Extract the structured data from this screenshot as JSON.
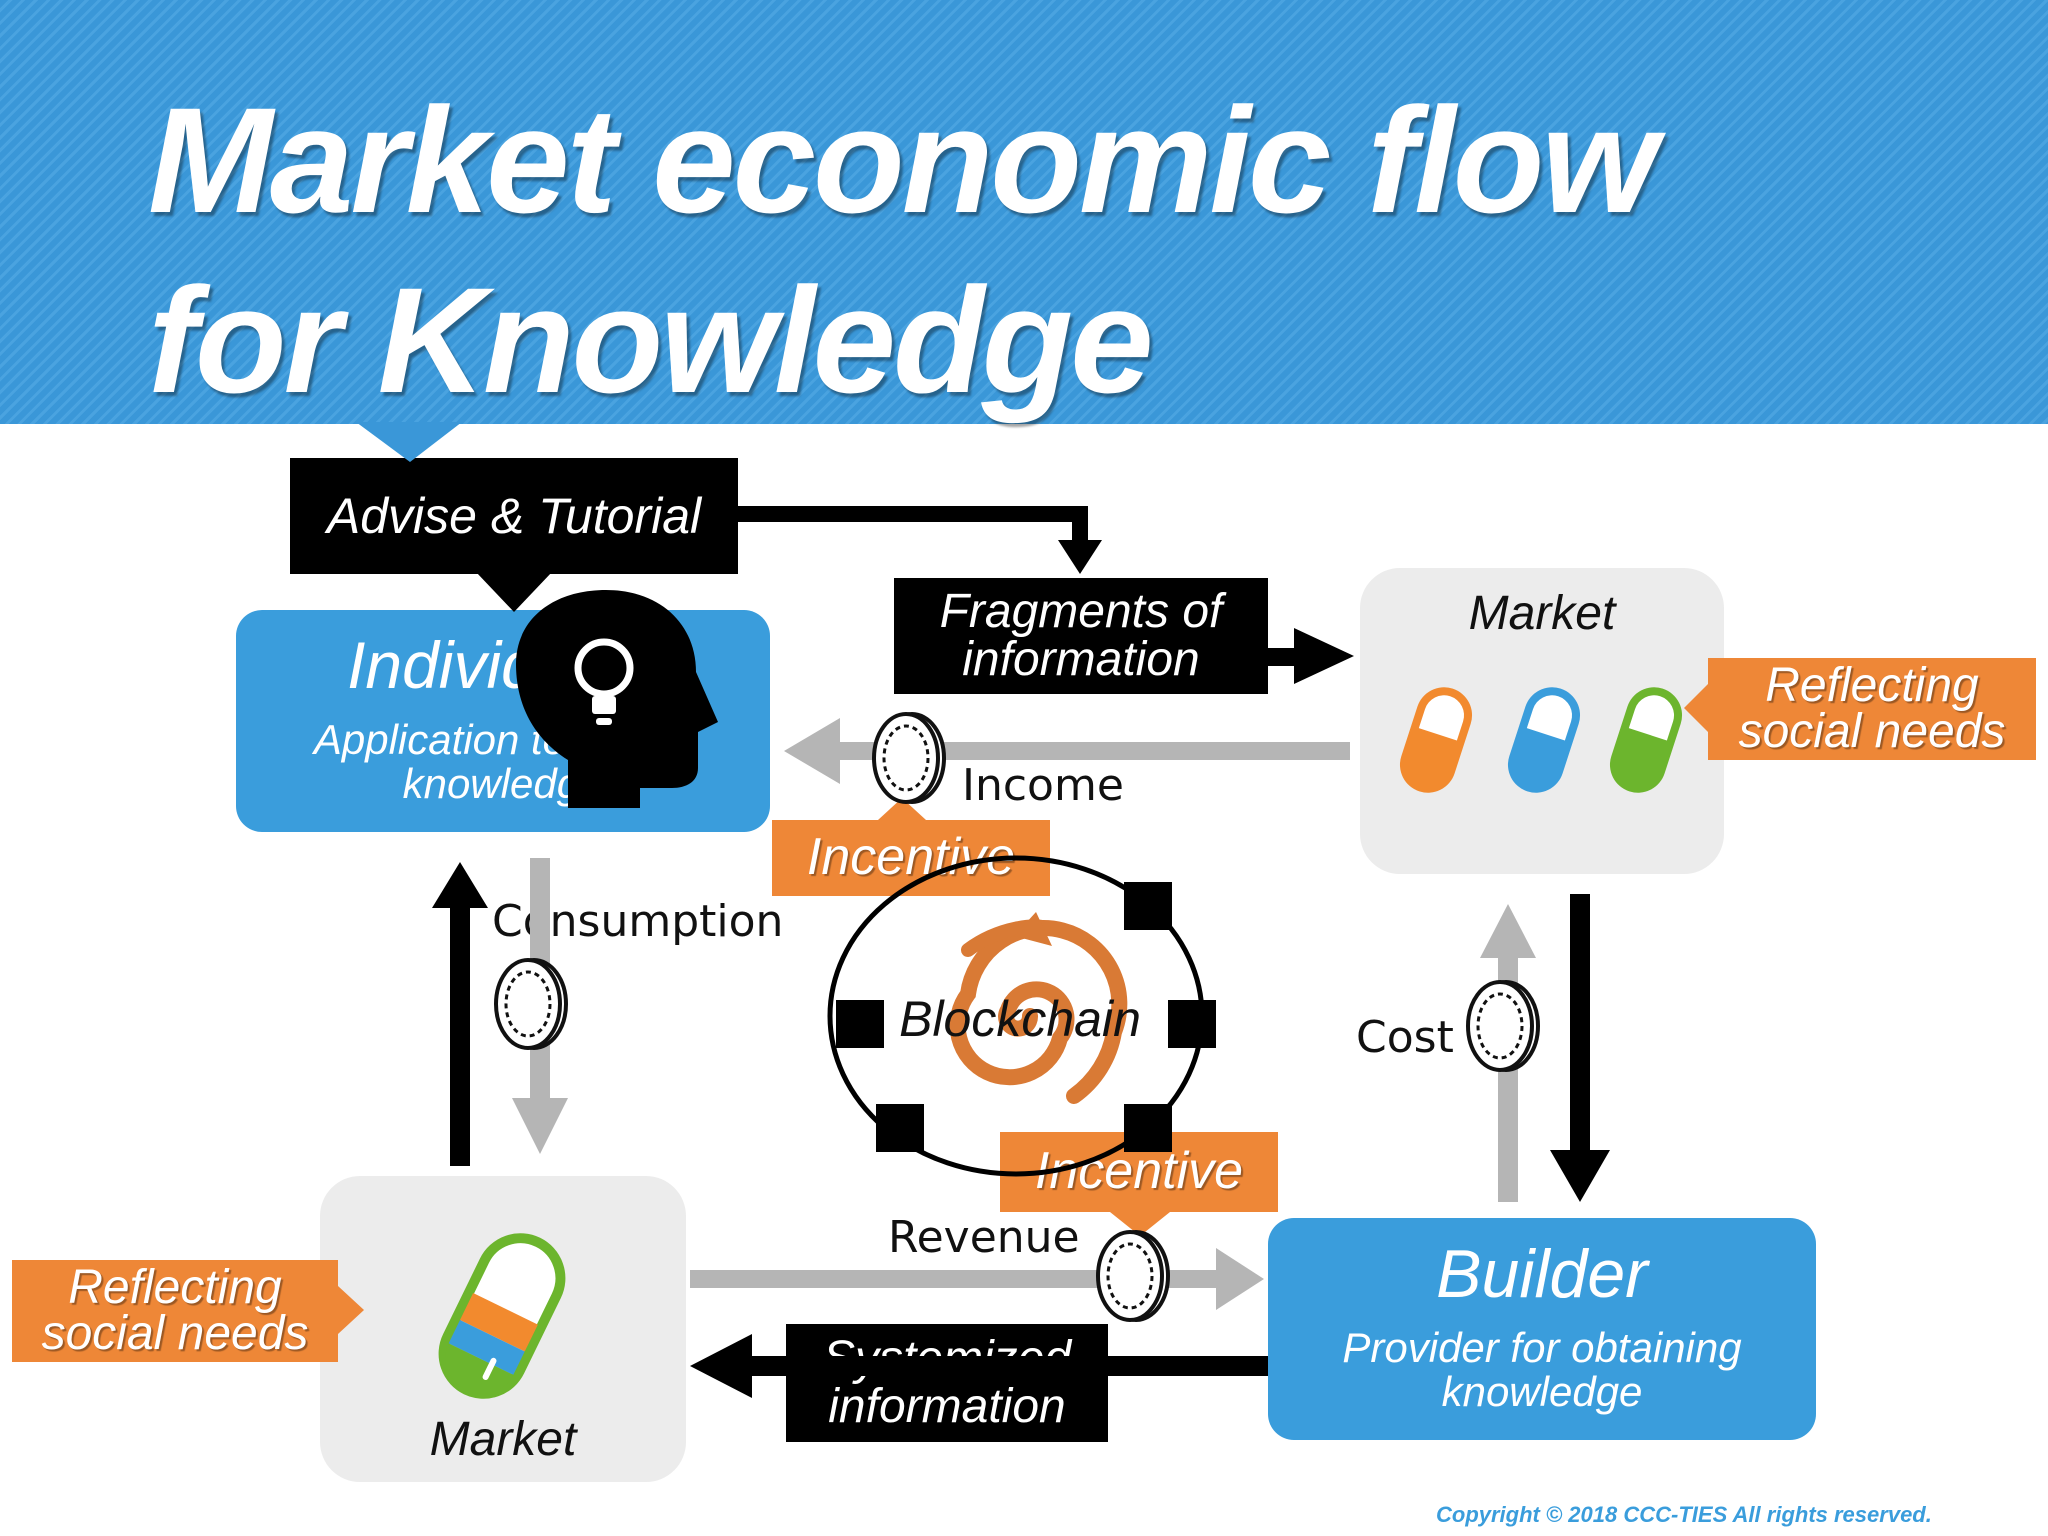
{
  "title": {
    "line1": "Market economic flow",
    "line2": "for Knowledge"
  },
  "nodes": {
    "advise": "Advise & Tutorial",
    "fragments": "Fragments of information",
    "individuals_title": "Individuals",
    "individuals_sub": "Application to obtain knowledge",
    "market_top": "Market",
    "market_bottom": "Market",
    "builder_title": "Builder",
    "builder_sub": "Provider for obtaining knowledge",
    "systemized": "Systemized information",
    "reflecting_right": "Reflecting social needs",
    "reflecting_left": "Reflecting social needs",
    "incentive_top": "Incentive",
    "incentive_bottom": "Incentive",
    "blockchain": "Blockchain"
  },
  "flows": {
    "income": "Income",
    "consumption": "Consumption",
    "cost": "Cost",
    "revenue": "Revenue"
  },
  "icons": [
    "head-lightbulb-icon",
    "coin-icon",
    "capsule-icon",
    "spiral-icon"
  ],
  "colors": {
    "banner": "#3a97d8",
    "box_blue": "#3a9ddc",
    "orange": "#ee8737",
    "capsule_orange": "#f28a2e",
    "capsule_blue": "#3a9ddc",
    "capsule_green": "#6cb52d",
    "grey_arrow": "#b5b5b5"
  },
  "copyright": "Copyright © 2018  CCC-TIES All rights reserved."
}
